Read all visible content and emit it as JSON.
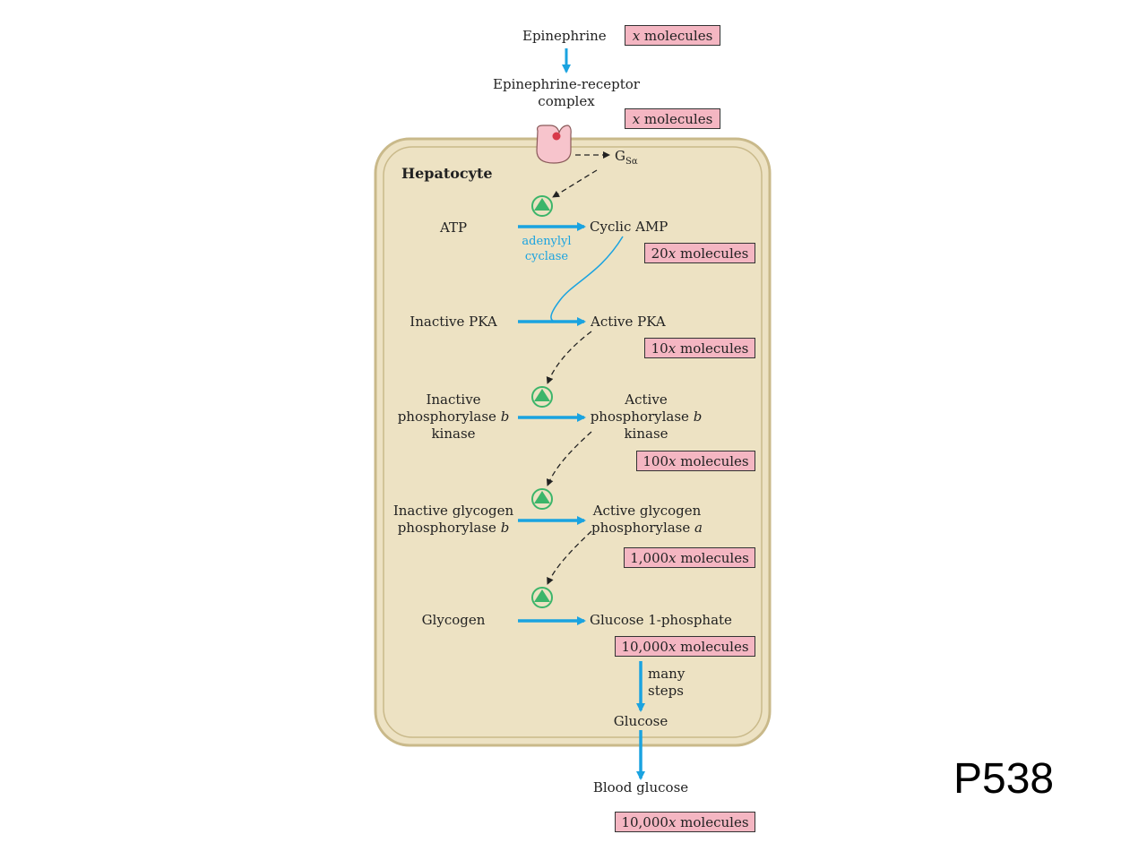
{
  "colors": {
    "cell_fill": "#ede2c3",
    "cell_border": "#c9b98a",
    "arrow_blue": "#1aa3e0",
    "molecule_box": "#f4b6c2",
    "activator_green": "#3cb56a",
    "receptor_pink": "#f7c4cc"
  },
  "cascade": {
    "epinephrine": "Epinephrine",
    "complex_line1": "Epinephrine-receptor",
    "complex_line2": "complex",
    "gs": "G",
    "gs_sub": "Sα",
    "cell_title": "Hepatocyte",
    "atp": "ATP",
    "camp": "Cyclic AMP",
    "enzyme_line1": "adenylyl",
    "enzyme_line2": "cyclase",
    "inactive_pka": "Inactive PKA",
    "active_pka": "Active PKA",
    "inactive_kinase": [
      "Inactive",
      "phosphorylase b",
      "kinase"
    ],
    "active_kinase": [
      "Active",
      "phosphorylase b",
      "kinase"
    ],
    "inactive_phos": [
      "Inactive glycogen",
      "phosphorylase b"
    ],
    "active_phos": [
      "Active glycogen",
      "phosphorylase a"
    ],
    "glycogen": "Glycogen",
    "g1p": "Glucose 1-phosphate",
    "many_steps": [
      "many",
      "steps"
    ],
    "glucose": "Glucose",
    "blood_glucose": "Blood glucose"
  },
  "amplification": {
    "epinephrine": "x molecules",
    "complex": "x molecules",
    "camp": "20x molecules",
    "pka": "10x molecules",
    "kinase": "100x molecules",
    "phosphorylase": "1,000x molecules",
    "g1p": "10,000x molecules",
    "blood_glucose": "10,000x molecules"
  },
  "page_number": "P538"
}
